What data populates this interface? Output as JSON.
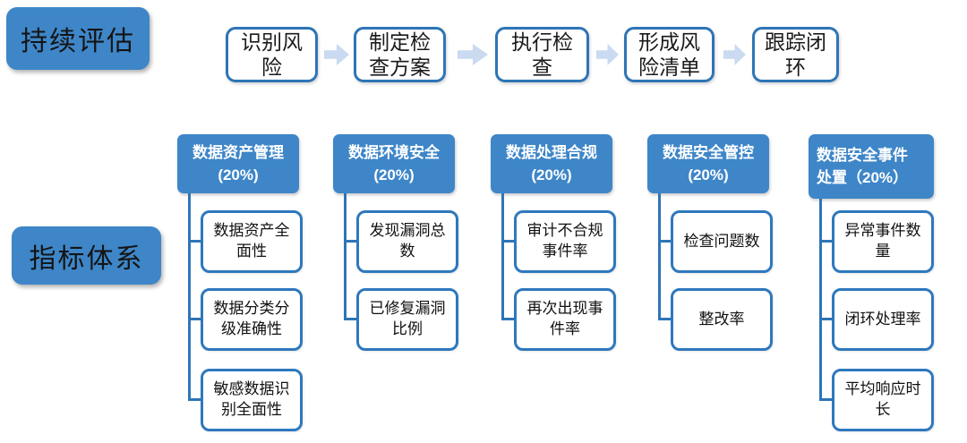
{
  "colors": {
    "primary_blue": "#3E86C8",
    "border_blue": "#2E75B6",
    "arrow_light_blue": "#C9DAF1",
    "header_text": "#FFFFFF",
    "body_text": "#1A1A1A"
  },
  "process": {
    "label": "持续评估",
    "steps": [
      "识别风险",
      "制定检查方案",
      "执行检查",
      "形成风险清单",
      "跟踪闭环"
    ]
  },
  "indicators": {
    "label": "指标体系",
    "columns": [
      {
        "header": "数据资产管理\n(20%)",
        "weight": "20%",
        "items": [
          "数据资产全面性",
          "数据分类分级准确性",
          "敏感数据识别全面性"
        ]
      },
      {
        "header": "数据环境安全\n(20%)",
        "weight": "20%",
        "items": [
          "发现漏洞总数",
          "已修复漏洞比例"
        ]
      },
      {
        "header": "数据处理合规\n(20%)",
        "weight": "20%",
        "items": [
          "审计不合规事件率",
          "再次出现事件率"
        ]
      },
      {
        "header": "数据安全管控\n(20%)",
        "weight": "20%",
        "items": [
          "检查问题数",
          "整改率"
        ]
      },
      {
        "header": "数据安全事件\n处置（20%）",
        "weight": "20%",
        "items": [
          "异常事件数量",
          "闭环处理率",
          "平均响应时长"
        ]
      }
    ]
  }
}
